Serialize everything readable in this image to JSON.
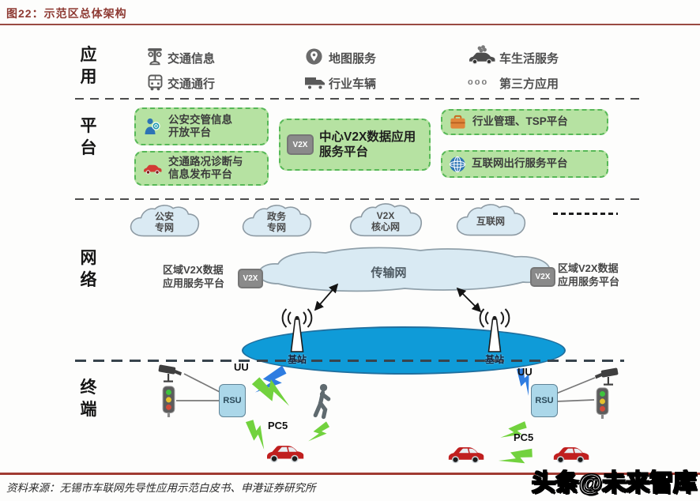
{
  "header": {
    "title": "图22：示范区总体架构"
  },
  "icons": {
    "v2x_text": "V2X",
    "dots_text": "ooo"
  },
  "layers": {
    "application": {
      "label": "应用",
      "items": [
        {
          "icon": "traffic-signal-icon",
          "label": "交通信息"
        },
        {
          "icon": "map-pin-icon",
          "label": "地图服务"
        },
        {
          "icon": "car-service-icon",
          "label": "车生活服务"
        },
        {
          "icon": "bus-icon",
          "label": "交通通行"
        },
        {
          "icon": "truck-icon",
          "label": "行业车辆"
        },
        {
          "icon": "dots-icon",
          "label": "第三方应用"
        }
      ]
    },
    "platform": {
      "label": "平台",
      "boxes": [
        {
          "icon": "police-icon",
          "label": "公安交管信息\n开放平台"
        },
        {
          "icon": "red-car-icon",
          "label": "交通路况诊断与\n信息发布平台"
        },
        {
          "icon": "v2x-icon",
          "label": "中心V2X数据应用\n服务平台"
        },
        {
          "icon": "briefcase-icon",
          "label": "行业管理、TSP平台"
        },
        {
          "icon": "globe-icon",
          "label": "互联网出行服务平台"
        }
      ]
    },
    "network": {
      "label": "网络",
      "clouds": [
        {
          "label": "公安\n专网"
        },
        {
          "label": "政务\n专网"
        },
        {
          "label": "V2X\n核心网"
        },
        {
          "label": "互联网"
        }
      ],
      "transmission_label": "传输网",
      "regional_platform_label": "区域V2X数据\n应用服务平台",
      "base_station_label": "基站"
    },
    "terminal": {
      "label": "终端",
      "rsu_label": "RSU",
      "uu_label": "UU",
      "pc5_label": "PC5"
    }
  },
  "footer": {
    "source": "资料来源：无锡市车联网先导性应用示范白皮书、申港证券研究所",
    "watermark": "头条@未来智库"
  },
  "colors": {
    "accent": "#943A33",
    "box_green_bg": "#B6E2A2",
    "box_green_border": "#57B857",
    "cloud_fill": "#DAEAF3",
    "ellipse_blue": "#0F9BD8",
    "lightning_green": "#72D23E",
    "lightning_blue": "#2F7DE1",
    "footer_line": "#A03A32"
  }
}
